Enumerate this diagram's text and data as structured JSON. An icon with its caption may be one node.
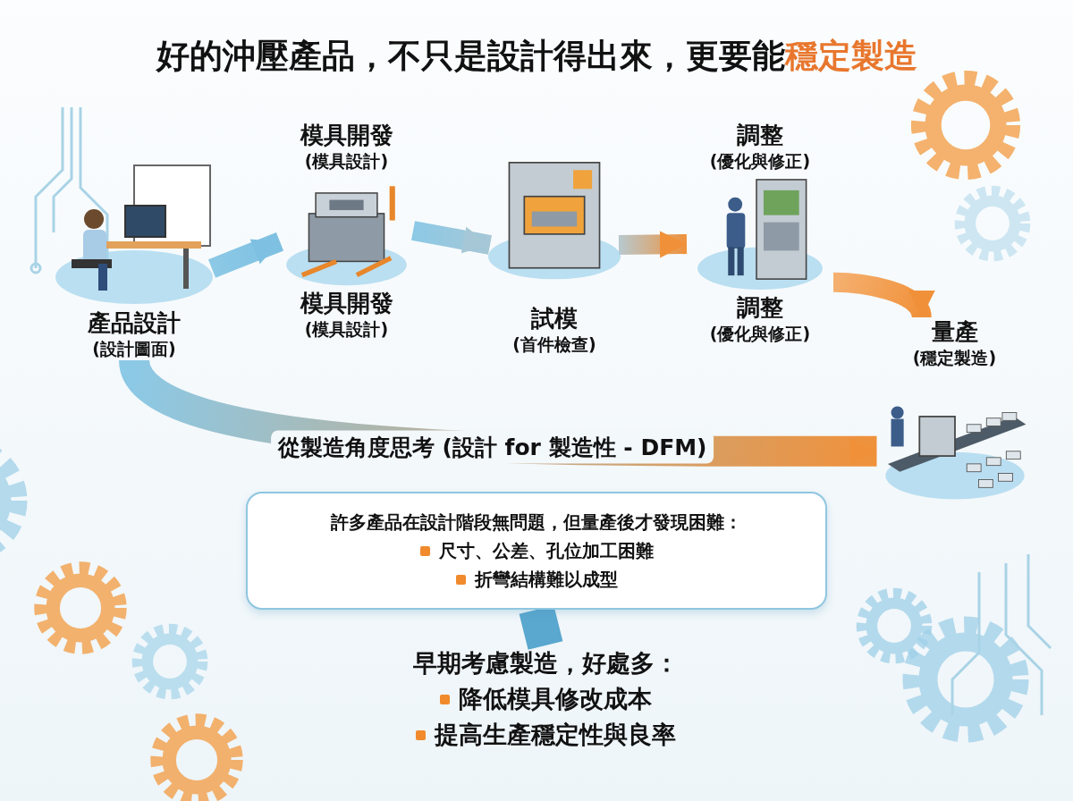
{
  "diagram": {
    "title": "好的沖壓產品，不只是設計得出來，更要能**穩定製造**",
    "nodes": [
      {
        "text": [
          "產品設計",
          "(設計圖面)"
        ]
      },
      {
        "text": [
          "模具開發",
          "(模具設計)",
          "模具開發",
          "(模具設計)"
        ]
      },
      {
        "text": [
          "試模",
          "(首件檢查)"
        ]
      },
      {
        "text": [
          "調整",
          "(優化與修正)",
          "調整",
          "(優化與修正)"
        ]
      },
      {
        "text": [
          "量產",
          "(穩定製造)"
        ]
      },
      {
        "text": [
          "許多產品在設計階段無問題，但量產後才發現困難：",
          "尺寸、公差、孔位加工困難",
          "折彎結構難以成型"
        ]
      },
      {
        "text": [
          "早期考慮製造，好處多：",
          "降低模具修改成本",
          "提高生產穩定性與良率"
        ]
      }
    ],
    "edges": [
      {
        "from": 0,
        "to": 1,
        "arrow": "to"
      },
      {
        "from": 1,
        "to": 2,
        "arrow": "to"
      },
      {
        "from": 2,
        "to": 3,
        "arrow": "to"
      },
      {
        "from": 3,
        "to": 4,
        "arrow": "to"
      },
      {
        "from": 0,
        "to": 4,
        "arrow": "to",
        "label": "從製造角度思考 (設計 for 製造性 - DFM)"
      },
      {
        "from": 5,
        "to": 6,
        "arrow": "to"
      }
    ]
  }
}
